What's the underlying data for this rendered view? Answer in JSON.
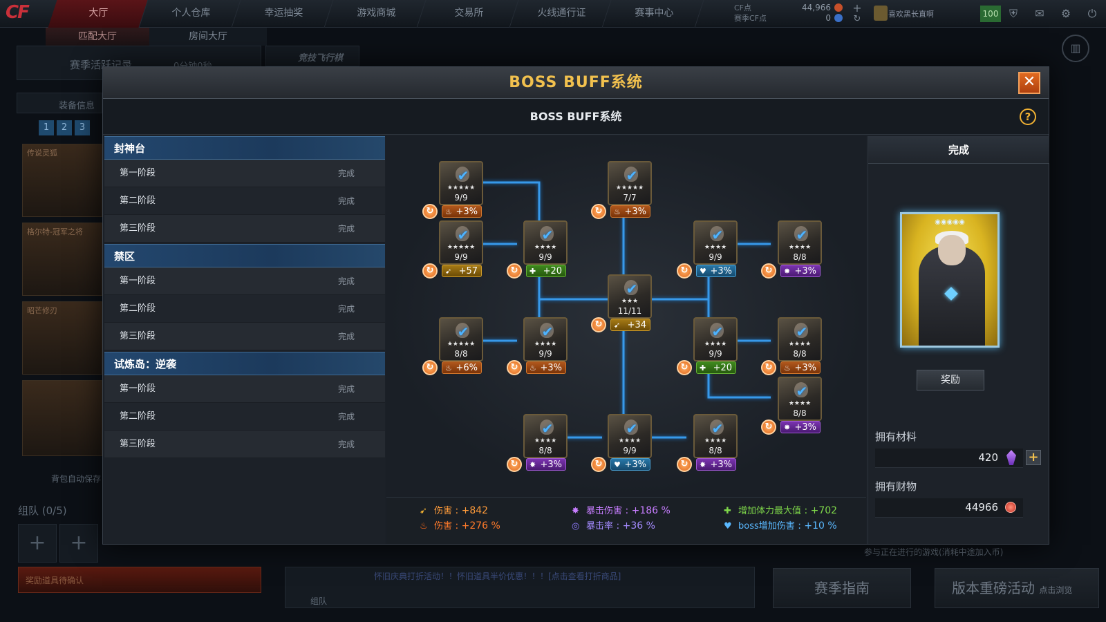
{
  "colors": {
    "accent_gold": "#f2c14e",
    "header_blue": "#23476e",
    "close_orange": "#e06a20"
  },
  "topbar": {
    "logo": "CF",
    "nav": [
      "大厅",
      "个人仓库",
      "幸运抽奖",
      "游戏商城",
      "交易所",
      "火线通行证",
      "赛事中心"
    ],
    "subnav": [
      "匹配大厅",
      "房间大厅"
    ],
    "currency": {
      "cf_label": "CF点",
      "cf_value": "44,966",
      "event_label": "赛季CF点",
      "event_value": "0"
    },
    "player_name": "喜欢黑长直啊",
    "level": "100"
  },
  "background": {
    "season_record": "赛季活跃记录",
    "season_time": "0分钟0秒",
    "event_banner": "竞技飞行棋",
    "equip_info": "装备信息",
    "tabs": [
      "1",
      "2",
      "3"
    ],
    "cards": [
      "传说灵狐",
      "格尔特-冠军之将",
      "昭芒修刃"
    ],
    "auto_save": "背包自动保存",
    "team": "组队 (0/5)",
    "reward_pending": "奖励道具待确认",
    "marquee": "怀旧庆典打折活动！！怀旧道具半价优惠！！！[点击查看打折商品]",
    "team_label": "组队",
    "guide_btn": "赛季指南",
    "event_btn": "版本重磅活动",
    "event_btn_sub": "点击浏览",
    "notice": "参与正在进行的游戏(消耗中途加入币)"
  },
  "modal": {
    "title": "BOSS BUFF系统",
    "subtitle": "BOSS BUFF系统",
    "close_label": "✕",
    "help_label": "?",
    "stage_groups": [
      {
        "name": "封神台",
        "stages": [
          {
            "name": "第一阶段",
            "status": "完成"
          },
          {
            "name": "第二阶段",
            "status": "完成"
          },
          {
            "name": "第三阶段",
            "status": "完成"
          }
        ]
      },
      {
        "name": "禁区",
        "stages": [
          {
            "name": "第一阶段",
            "status": "完成"
          },
          {
            "name": "第二阶段",
            "status": "完成"
          },
          {
            "name": "第三阶段",
            "status": "完成"
          }
        ]
      },
      {
        "name": "试炼岛：逆袭",
        "stages": [
          {
            "name": "第一阶段",
            "status": "完成"
          },
          {
            "name": "第二阶段",
            "status": "完成"
          },
          {
            "name": "第三阶段",
            "status": "完成"
          }
        ]
      }
    ],
    "nodes": [
      {
        "count": "9/9",
        "bonus": "+3%",
        "type": "fire",
        "stars": "★★★★★"
      },
      {
        "count": "7/7",
        "bonus": "+3%",
        "type": "fire",
        "stars": "★★★★★"
      },
      {
        "count": "9/9",
        "bonus": "+57",
        "type": "gold",
        "stars": "★★★★★"
      },
      {
        "count": "9/9",
        "bonus": "+20",
        "type": "green",
        "stars": "★★★★"
      },
      {
        "count": "9/9",
        "bonus": "+3%",
        "type": "blue",
        "stars": "★★★★"
      },
      {
        "count": "8/8",
        "bonus": "+3%",
        "type": "purple",
        "stars": "★★★★"
      },
      {
        "count": "11/11",
        "bonus": "+34",
        "type": "gold",
        "stars": "★★★"
      },
      {
        "count": "8/8",
        "bonus": "+6%",
        "type": "fire",
        "stars": "★★★★★"
      },
      {
        "count": "9/9",
        "bonus": "+3%",
        "type": "fire",
        "stars": "★★★★"
      },
      {
        "count": "9/9",
        "bonus": "+20",
        "type": "green",
        "stars": "★★★★"
      },
      {
        "count": "8/8",
        "bonus": "+3%",
        "type": "fire",
        "stars": "★★★★"
      },
      {
        "count": "8/8",
        "bonus": "+3%",
        "type": "purple",
        "stars": "★★★★"
      },
      {
        "count": "8/8",
        "bonus": "+3%",
        "type": "purple",
        "stars": "★★★★"
      },
      {
        "count": "9/9",
        "bonus": "+3%",
        "type": "blue",
        "stars": "★★★★"
      },
      {
        "count": "8/8",
        "bonus": "+3%",
        "type": "purple",
        "stars": "★★★★"
      }
    ],
    "stats": [
      {
        "label": "伤害",
        "value": "+842",
        "color": "#ff9b3a",
        "icon": "dmg-icon"
      },
      {
        "label": "伤害",
        "value": "+276 %",
        "color": "#ff7a2a",
        "icon": "fire-icon"
      },
      {
        "label": "暴击伤害",
        "value": "+186 %",
        "color": "#c77dff",
        "icon": "crit-dmg-icon"
      },
      {
        "label": "暴击率",
        "value": "+36 %",
        "color": "#a58bff",
        "icon": "crit-rate-icon"
      },
      {
        "label": "增加体力最大值",
        "value": "+702",
        "color": "#7fd84a",
        "icon": "hp-icon"
      },
      {
        "label": "boss增加伤害",
        "value": "+10 %",
        "color": "#5ab8ff",
        "icon": "boss-icon"
      }
    ],
    "right": {
      "header": "完成",
      "card_stars": "◉◉◉◉◉",
      "reward_btn": "奖励",
      "material_label": "拥有材料",
      "material_value": "420",
      "wealth_label": "拥有财物",
      "wealth_value": "44966"
    }
  }
}
